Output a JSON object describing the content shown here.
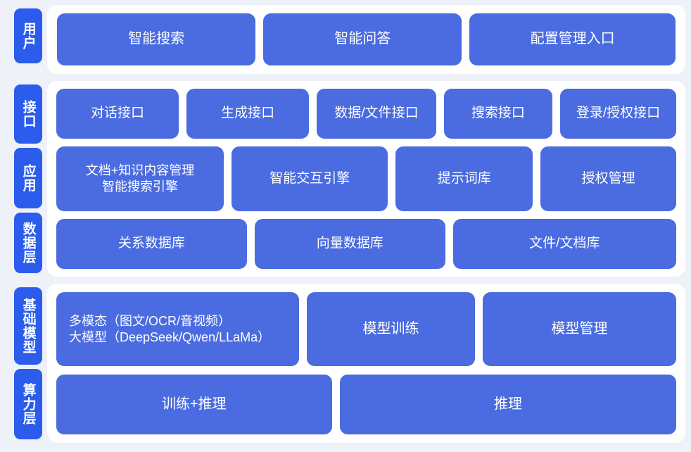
{
  "colors": {
    "background": "#eef1f8",
    "panel": "#ffffff",
    "tab": "#2b5ceb",
    "box": "#4a6ce0",
    "text_on_blue": "#ffffff"
  },
  "panels": [
    {
      "name": "user-panel",
      "tabs": [
        {
          "label": "用户"
        }
      ],
      "rows": [
        {
          "name": "user-row",
          "boxes": [
            {
              "label": "智能搜索"
            },
            {
              "label": "智能问答"
            },
            {
              "label": "配置管理入口"
            }
          ]
        }
      ]
    },
    {
      "name": "middle-panel",
      "tabs": [
        {
          "label": "接口"
        },
        {
          "label": "应用"
        },
        {
          "label": "数据层"
        }
      ],
      "rows": [
        {
          "name": "interface-row",
          "boxes": [
            {
              "label": "对话接口"
            },
            {
              "label": "生成接口"
            },
            {
              "label": "数据/文件接口"
            },
            {
              "label": "搜索接口"
            },
            {
              "label": "登录/授权接口"
            }
          ]
        },
        {
          "name": "application-row",
          "boxes": [
            {
              "label": "文档+知识内容管理\n智能搜索引擎"
            },
            {
              "label": "智能交互引擎"
            },
            {
              "label": "提示词库"
            },
            {
              "label": "授权管理"
            }
          ]
        },
        {
          "name": "data-row",
          "boxes": [
            {
              "label": "关系数据库"
            },
            {
              "label": "向量数据库"
            },
            {
              "label": "文件/文档库"
            }
          ]
        }
      ]
    },
    {
      "name": "base-panel",
      "tabs": [
        {
          "label": "基础模型"
        },
        {
          "label": "算力层"
        }
      ],
      "rows": [
        {
          "name": "model-row",
          "boxes": [
            {
              "label": "多模态（图文/OCR/音视频）\n大模型（DeepSeek/Qwen/LLaMa）"
            },
            {
              "label": "模型训练"
            },
            {
              "label": "模型管理"
            }
          ]
        },
        {
          "name": "compute-row",
          "boxes": [
            {
              "label": "训练+推理"
            },
            {
              "label": "推理"
            }
          ]
        }
      ]
    }
  ]
}
